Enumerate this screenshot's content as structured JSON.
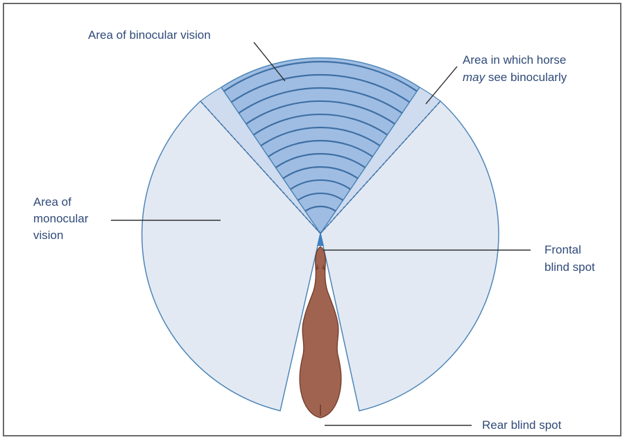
{
  "labels": {
    "binocular": "Area of binocular vision",
    "may_line1": "Area in which horse",
    "may_italic": "may",
    "may_rest": " see binocularly",
    "monocular_line1": "Area of",
    "monocular_line2": "monocular",
    "monocular_line3": "vision",
    "frontal_line1": "Frontal",
    "frontal_line2": "blind spot",
    "rear": "Rear blind spot"
  },
  "colors": {
    "monocular_fill": "#e3e9f3",
    "binocular_fill": "#9fbde3",
    "maybe_fill": "#cfdbee",
    "outline": "#4d86b8",
    "horse": "#a0634f",
    "leader": "#333333",
    "text": "#2f4a78"
  }
}
